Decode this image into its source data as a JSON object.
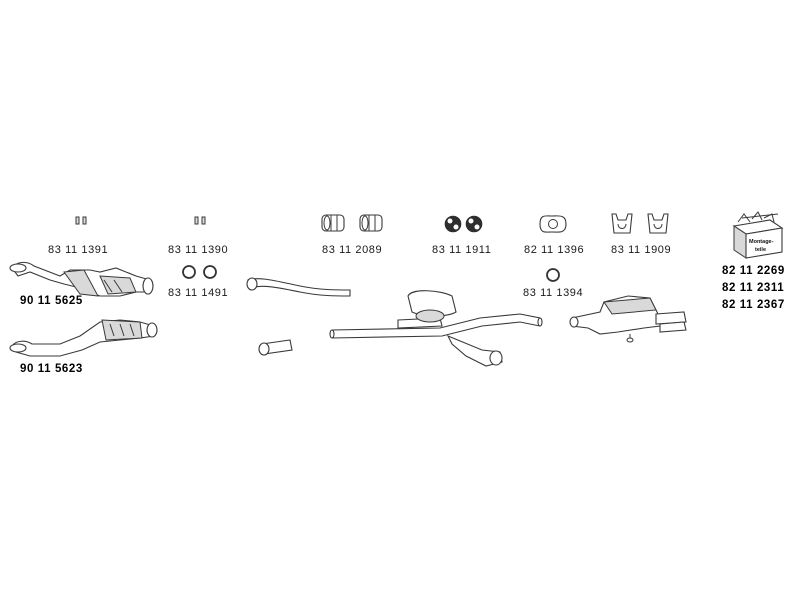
{
  "parts": {
    "catalytic_converter_upper": "90 11 5625",
    "catalytic_converter_lower": "90 11 5623",
    "clamp_pair_1": "83 11 1391",
    "clamp_pair_2": "83 11 1390",
    "ring_pair": "83 11 1491",
    "clamp_set_3": "83 11 2089",
    "rubber_mounts": "83 11 1911",
    "gasket": "82 11 1396",
    "seal_ring": "83 11 1394",
    "hangers": "83 11 1909",
    "mounting_kits": [
      "82 11 2269",
      "82 11 2311",
      "82 11 2367"
    ],
    "kit_box_text": [
      "Montage-",
      "teile"
    ]
  }
}
